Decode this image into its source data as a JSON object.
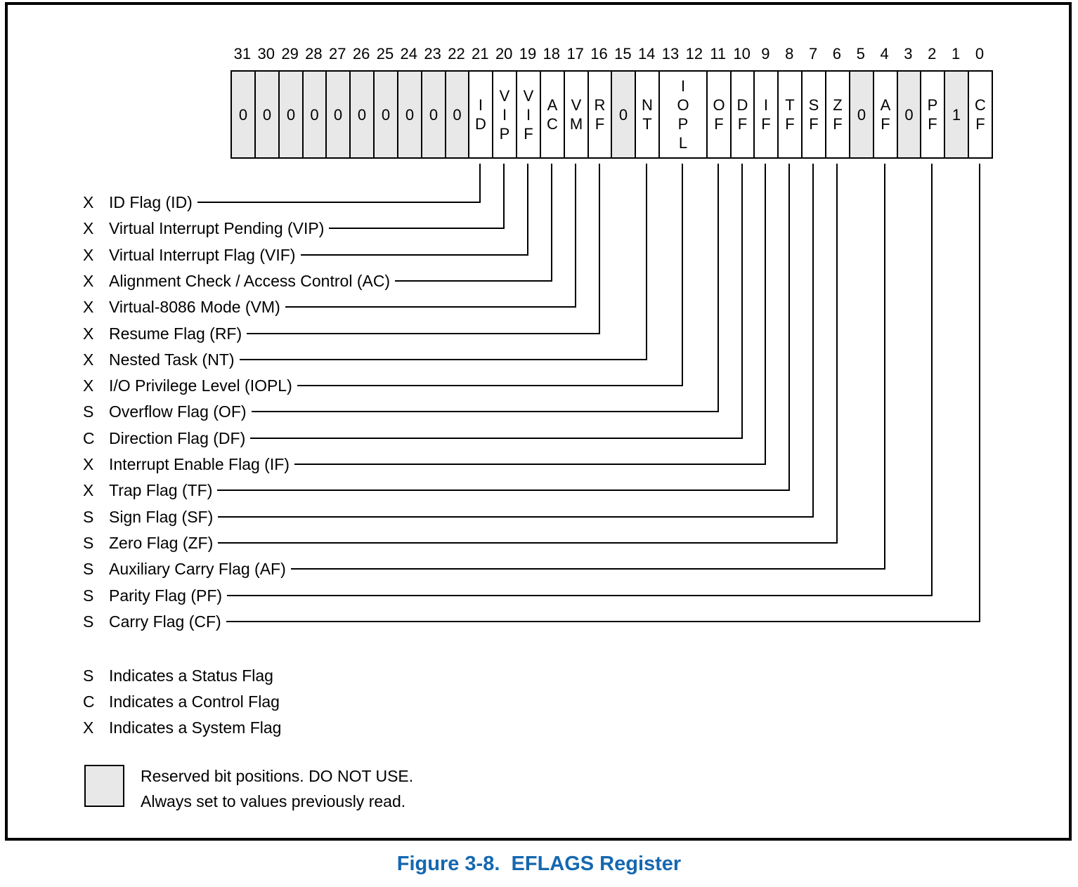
{
  "figure": {
    "caption": "Figure 3-8.  EFLAGS Register"
  },
  "register": {
    "bit_numbers": [
      31,
      30,
      29,
      28,
      27,
      26,
      25,
      24,
      23,
      22,
      21,
      20,
      19,
      18,
      17,
      16,
      15,
      14,
      13,
      12,
      11,
      10,
      9,
      8,
      7,
      6,
      5,
      4,
      3,
      2,
      1,
      0
    ],
    "cells": [
      {
        "bits": [
          31
        ],
        "label": "0",
        "reserved": true
      },
      {
        "bits": [
          30
        ],
        "label": "0",
        "reserved": true
      },
      {
        "bits": [
          29
        ],
        "label": "0",
        "reserved": true
      },
      {
        "bits": [
          28
        ],
        "label": "0",
        "reserved": true
      },
      {
        "bits": [
          27
        ],
        "label": "0",
        "reserved": true
      },
      {
        "bits": [
          26
        ],
        "label": "0",
        "reserved": true
      },
      {
        "bits": [
          25
        ],
        "label": "0",
        "reserved": true
      },
      {
        "bits": [
          24
        ],
        "label": "0",
        "reserved": true
      },
      {
        "bits": [
          23
        ],
        "label": "0",
        "reserved": true
      },
      {
        "bits": [
          22
        ],
        "label": "0",
        "reserved": true
      },
      {
        "bits": [
          21
        ],
        "label": "ID",
        "reserved": false
      },
      {
        "bits": [
          20
        ],
        "label": "VIP",
        "reserved": false
      },
      {
        "bits": [
          19
        ],
        "label": "VIF",
        "reserved": false
      },
      {
        "bits": [
          18
        ],
        "label": "AC",
        "reserved": false
      },
      {
        "bits": [
          17
        ],
        "label": "VM",
        "reserved": false
      },
      {
        "bits": [
          16
        ],
        "label": "RF",
        "reserved": false
      },
      {
        "bits": [
          15
        ],
        "label": "0",
        "reserved": true
      },
      {
        "bits": [
          14
        ],
        "label": "NT",
        "reserved": false
      },
      {
        "bits": [
          13,
          12
        ],
        "label": "IOPL",
        "reserved": false
      },
      {
        "bits": [
          11
        ],
        "label": "OF",
        "reserved": false
      },
      {
        "bits": [
          10
        ],
        "label": "DF",
        "reserved": false
      },
      {
        "bits": [
          9
        ],
        "label": "IF",
        "reserved": false
      },
      {
        "bits": [
          8
        ],
        "label": "TF",
        "reserved": false
      },
      {
        "bits": [
          7
        ],
        "label": "SF",
        "reserved": false
      },
      {
        "bits": [
          6
        ],
        "label": "ZF",
        "reserved": false
      },
      {
        "bits": [
          5
        ],
        "label": "0",
        "reserved": true
      },
      {
        "bits": [
          4
        ],
        "label": "AF",
        "reserved": false
      },
      {
        "bits": [
          3
        ],
        "label": "0",
        "reserved": true
      },
      {
        "bits": [
          2
        ],
        "label": "PF",
        "reserved": false
      },
      {
        "bits": [
          1
        ],
        "label": "1",
        "reserved": true
      },
      {
        "bits": [
          0
        ],
        "label": "CF",
        "reserved": false
      }
    ]
  },
  "flags": [
    {
      "category": "X",
      "name": "ID Flag (ID)",
      "bits": [
        21
      ]
    },
    {
      "category": "X",
      "name": "Virtual Interrupt Pending (VIP)",
      "bits": [
        20
      ]
    },
    {
      "category": "X",
      "name": "Virtual Interrupt Flag (VIF)",
      "bits": [
        19
      ]
    },
    {
      "category": "X",
      "name": "Alignment Check / Access Control (AC)",
      "bits": [
        18
      ]
    },
    {
      "category": "X",
      "name": "Virtual-8086 Mode (VM)",
      "bits": [
        17
      ]
    },
    {
      "category": "X",
      "name": "Resume Flag (RF)",
      "bits": [
        16
      ]
    },
    {
      "category": "X",
      "name": "Nested Task (NT)",
      "bits": [
        14
      ]
    },
    {
      "category": "X",
      "name": "I/O Privilege Level (IOPL)",
      "bits": [
        13,
        12
      ]
    },
    {
      "category": "S",
      "name": "Overflow Flag (OF)",
      "bits": [
        11
      ]
    },
    {
      "category": "C",
      "name": "Direction Flag (DF)",
      "bits": [
        10
      ]
    },
    {
      "category": "X",
      "name": "Interrupt Enable Flag (IF)",
      "bits": [
        9
      ]
    },
    {
      "category": "X",
      "name": "Trap Flag (TF)",
      "bits": [
        8
      ]
    },
    {
      "category": "S",
      "name": "Sign Flag (SF)",
      "bits": [
        7
      ]
    },
    {
      "category": "S",
      "name": "Zero Flag (ZF)",
      "bits": [
        6
      ]
    },
    {
      "category": "S",
      "name": "Auxiliary Carry Flag (AF)",
      "bits": [
        4
      ]
    },
    {
      "category": "S",
      "name": "Parity Flag (PF)",
      "bits": [
        2
      ]
    },
    {
      "category": "S",
      "name": "Carry Flag (CF)",
      "bits": [
        0
      ]
    }
  ],
  "legend": [
    {
      "letter": "S",
      "text": "Indicates a Status Flag"
    },
    {
      "letter": "C",
      "text": "Indicates a Control Flag"
    },
    {
      "letter": "X",
      "text": "Indicates a System Flag"
    }
  ],
  "reserved_note": {
    "line1": "Reserved bit positions. DO NOT USE.",
    "line2": "Always set to values previously read."
  },
  "colors": {
    "caption": "#1568b0",
    "reserved_fill": "#e8e8e8",
    "line": "#000000"
  }
}
